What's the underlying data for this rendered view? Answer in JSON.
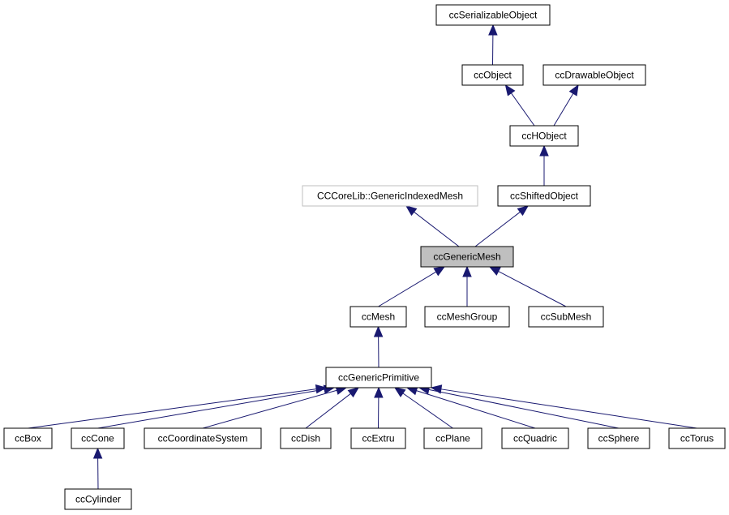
{
  "colors": {
    "edge": "#191970",
    "node_border": "#000000",
    "external_border": "#bfbfbf",
    "focus_fill": "#bfbfbf",
    "node_fill": "#ffffff"
  },
  "nodes": {
    "ccSerializableObject": {
      "label": "ccSerializableObject"
    },
    "ccObject": {
      "label": "ccObject"
    },
    "ccDrawableObject": {
      "label": "ccDrawableObject"
    },
    "ccHObject": {
      "label": "ccHObject"
    },
    "ccShiftedObject": {
      "label": "ccShiftedObject"
    },
    "GenericIndexedMesh": {
      "label": "CCCoreLib::GenericIndexedMesh",
      "external": true
    },
    "ccGenericMesh": {
      "label": "ccGenericMesh",
      "focus": true
    },
    "ccMesh": {
      "label": "ccMesh"
    },
    "ccMeshGroup": {
      "label": "ccMeshGroup"
    },
    "ccSubMesh": {
      "label": "ccSubMesh"
    },
    "ccGenericPrimitive": {
      "label": "ccGenericPrimitive"
    },
    "ccBox": {
      "label": "ccBox"
    },
    "ccCone": {
      "label": "ccCone"
    },
    "ccCoordinateSystem": {
      "label": "ccCoordinateSystem"
    },
    "ccDish": {
      "label": "ccDish"
    },
    "ccExtru": {
      "label": "ccExtru"
    },
    "ccPlane": {
      "label": "ccPlane"
    },
    "ccQuadric": {
      "label": "ccQuadric"
    },
    "ccSphere": {
      "label": "ccSphere"
    },
    "ccTorus": {
      "label": "ccTorus"
    },
    "ccCylinder": {
      "label": "ccCylinder"
    }
  },
  "edges": [
    {
      "from": "ccObject",
      "to": "ccSerializableObject"
    },
    {
      "from": "ccHObject",
      "to": "ccObject"
    },
    {
      "from": "ccHObject",
      "to": "ccDrawableObject"
    },
    {
      "from": "ccShiftedObject",
      "to": "ccHObject"
    },
    {
      "from": "ccGenericMesh",
      "to": "GenericIndexedMesh"
    },
    {
      "from": "ccGenericMesh",
      "to": "ccShiftedObject"
    },
    {
      "from": "ccMesh",
      "to": "ccGenericMesh"
    },
    {
      "from": "ccMeshGroup",
      "to": "ccGenericMesh"
    },
    {
      "from": "ccSubMesh",
      "to": "ccGenericMesh"
    },
    {
      "from": "ccGenericPrimitive",
      "to": "ccMesh"
    },
    {
      "from": "ccBox",
      "to": "ccGenericPrimitive"
    },
    {
      "from": "ccCone",
      "to": "ccGenericPrimitive"
    },
    {
      "from": "ccCoordinateSystem",
      "to": "ccGenericPrimitive"
    },
    {
      "from": "ccDish",
      "to": "ccGenericPrimitive"
    },
    {
      "from": "ccExtru",
      "to": "ccGenericPrimitive"
    },
    {
      "from": "ccPlane",
      "to": "ccGenericPrimitive"
    },
    {
      "from": "ccQuadric",
      "to": "ccGenericPrimitive"
    },
    {
      "from": "ccSphere",
      "to": "ccGenericPrimitive"
    },
    {
      "from": "ccTorus",
      "to": "ccGenericPrimitive"
    },
    {
      "from": "ccCylinder",
      "to": "ccCone"
    }
  ]
}
